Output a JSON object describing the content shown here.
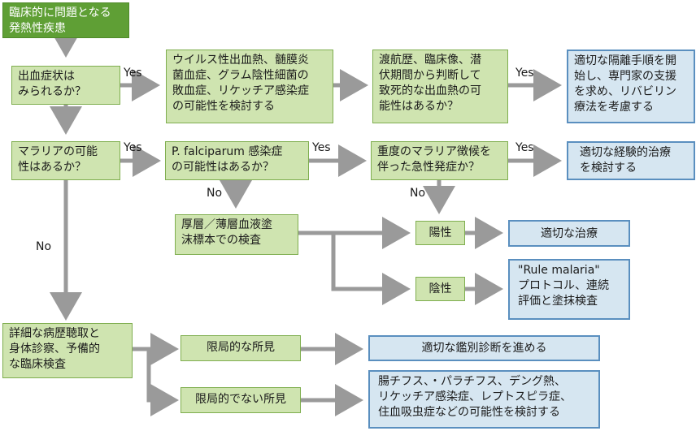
{
  "nodes": {
    "start": "臨床的に問題となる\n発熱性疾患",
    "q_bleeding": "出血症状は\nみられるか？",
    "viral_hf": "ウイルス性出血熱、髄膜炎\n菌血症、グラム陰性細菌の\n敗血症、リケッチア感染症\nの可能性を検討する",
    "fatal_hf": "渡航歴、臨床像、潜\n伏期間から判断して\n致死的な出血熱の可\n能性はあるか？",
    "isolation": "適切な隔離手順を開\n始し、専門家の支援\nを求め、リバビリン\n療法を考慮する",
    "q_malaria": "マラリアの可能\n性はあるか？",
    "pf": "P. falciparum 感染症\nの可能性はあるか？",
    "severe_malaria": "重度のマラリア徴候を\n伴った急性発症か？",
    "empiric": "適切な経験的治療\nを検討する",
    "smear": "厚層／薄層血液塗\n沫標本での検査",
    "positive": "陽性",
    "negative": "陰性",
    "treatment": "適切な治療",
    "rule_malaria": "\"Rule malaria\"\nプロトコル、連続\n評価と塗抹検査",
    "history": "詳細な病歴聴取と\n身体診察、予備的\nな臨床検査",
    "localized": "限局的な所見",
    "nonlocalized": "限局的でない所見",
    "differential": "適切な鑑別診断を進める",
    "typhoid": "腸チフス、・パラチフス、デング熱、\nリケッチア感染症、レプトスピラ症、\n住血吸虫症などの可能性を検討する"
  },
  "edge_labels": {
    "yes_bleeding": "Yes",
    "yes_fatal": "Yes",
    "yes_malaria": "Yes",
    "yes_pf": "Yes",
    "yes_severe": "Yes",
    "no_malaria": "No",
    "no_pf": "No",
    "no_severe": "No"
  },
  "colors": {
    "decision_fill": "#cfe4b0",
    "decision_border": "#7fae4f",
    "start_fill": "#5f9f35",
    "outcome_fill": "#d6e6f1",
    "outcome_border": "#5a8fbf",
    "arrow": "#9a9a9a"
  }
}
